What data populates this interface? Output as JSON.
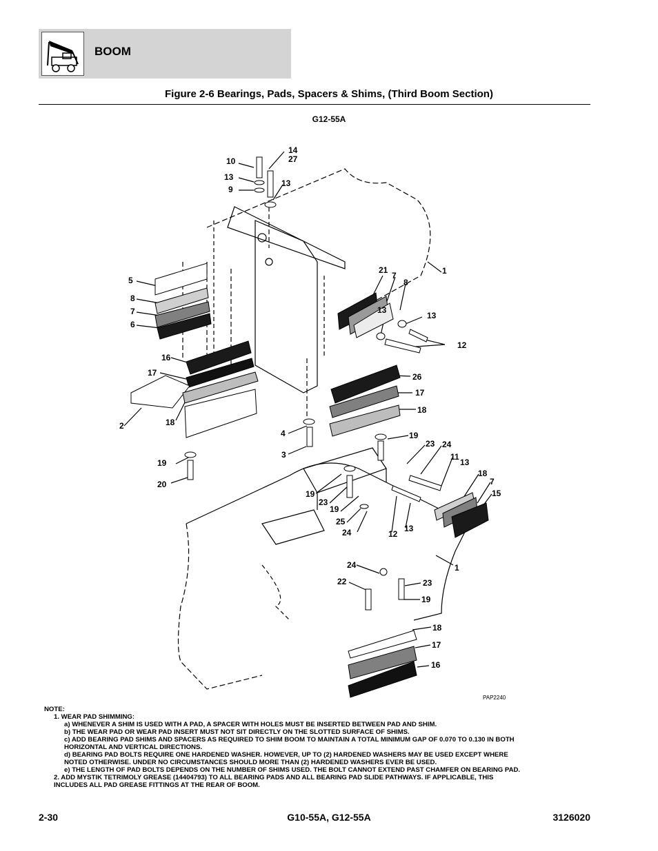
{
  "header": {
    "section": "BOOM"
  },
  "figure": {
    "title": "Figure 2-6 Bearings, Pads, Spacers & Shims, (Third Boom Section)",
    "model": "G12-55A"
  },
  "callouts": [
    "10",
    "14",
    "27",
    "13",
    "9",
    "13",
    "5",
    "8",
    "7",
    "6",
    "16",
    "17",
    "2",
    "18",
    "21",
    "7",
    "8",
    "13",
    "13",
    "12",
    "1",
    "26",
    "17",
    "18",
    "4",
    "3",
    "19",
    "23",
    "24",
    "19",
    "20",
    "11",
    "13",
    "18",
    "7",
    "15",
    "19",
    "23",
    "19",
    "25",
    "24",
    "12",
    "13",
    "1",
    "24",
    "22",
    "23",
    "19",
    "18",
    "17",
    "16"
  ],
  "drawing_id": "PAP2240",
  "notes": {
    "heading": "NOTE:",
    "lines": [
      "1. WEAR PAD SHIMMING:",
      "a) WHENEVER A SHIM IS USED WITH A PAD, A SPACER WITH HOLES MUST BE INSERTED BETWEEN PAD AND SHIM.",
      "b) THE WEAR PAD OR WEAR PAD INSERT MUST NOT SIT DIRECTLY ON THE SLOTTED SURFACE OF SHIMS.",
      "c) ADD BEARING PAD SHIMS AND SPACERS AS REQUIRED TO SHIM BOOM TO MAINTAIN A TOTAL MINIMUM GAP OF 0.070 TO 0.130 IN BOTH",
      "HORIZONTAL AND VERTICAL DIRECTIONS.",
      "d) BEARING PAD BOLTS REQUIRE ONE HARDENED WASHER. HOWEVER, UP TO (2) HARDENED WASHERS MAY BE USED EXCEPT WHERE",
      "NOTED OTHERWISE. UNDER NO CIRCUMSTANCES SHOULD MORE THAN (2) HARDENED WASHERS EVER BE USED.",
      "e) THE LENGTH OF PAD BOLTS DEPENDS ON THE NUMBER OF SHIMS USED. THE BOLT CANNOT EXTEND PAST CHAMFER ON BEARING PAD.",
      "2. ADD MYSTIK TETRIMOLY GREASE (14404793) TO ALL BEARING PADS AND ALL BEARING PAD SLIDE PATHWAYS. IF APPLICABLE, THIS",
      "INCLUDES ALL PAD GREASE FITTINGS AT THE REAR OF BOOM."
    ]
  },
  "footer": {
    "page": "2-30",
    "models": "G10-55A, G12-55A",
    "doc_number": "3126020"
  }
}
